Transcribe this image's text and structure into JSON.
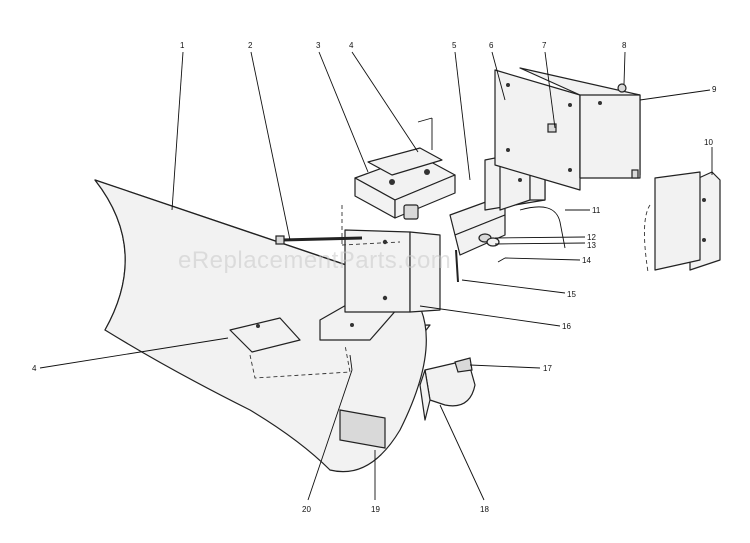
{
  "watermark": "eReplacementParts.com",
  "callouts": [
    "1",
    "2",
    "3",
    "4",
    "5",
    "6",
    "7",
    "8",
    "9",
    "10",
    "11",
    "12",
    "13",
    "14",
    "15",
    "16",
    "17",
    "18",
    "19",
    "20",
    "4"
  ]
}
